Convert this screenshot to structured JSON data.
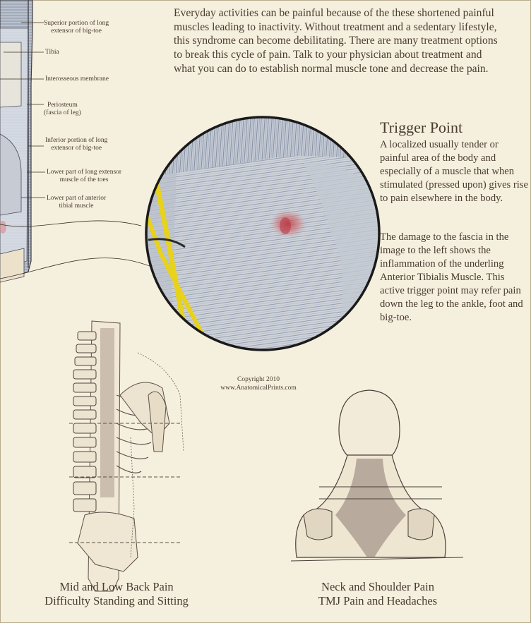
{
  "intro": {
    "text": "Everyday activities can be painful because of the these shortened painful muscles leading to inactivity. Without treatment and a sedentary lifestyle, this syndrome can become debilitating. There are many treatment options to break this cycle of pain. Talk to your physician about treatment and what you can do to establish normal muscle tone and decrease the pain."
  },
  "leg_labels": {
    "superior_extensor": [
      "Superior portion of long",
      "extensor of big-toe"
    ],
    "tibia": "Tibia",
    "interosseous": "Interosseous membrane",
    "periosteum": [
      "Periosteum",
      "(fascia of leg)"
    ],
    "inferior_extensor": [
      "Inferior portion of long",
      "extensor of big-toe"
    ],
    "lower_long_extensor": [
      "Lower part of long extensor",
      "muscle of the toes"
    ],
    "lower_anterior_tibial": [
      "Lower part of anterior",
      "tibial muscle"
    ]
  },
  "trigger_point": {
    "title": "Trigger Point",
    "definition": "A localized usually tender or painful area of the body and especially of a muscle that when stimulated (pressed upon) gives rise to pain elsewhere in the body.",
    "damage": "The damage to the fascia in the image to the left shows the inflammation of the underling Anterior Tibialis Muscle. This active trigger point may refer pain down the leg to the ankle, foot and big-toe."
  },
  "copyright": [
    "Copyright 2010",
    "www.AnatomicalPrints.com"
  ],
  "captions": {
    "back": [
      "Mid and Low Back Pain",
      "Difficulty Standing and Sitting"
    ],
    "neck": [
      "Neck and Shoulder Pain",
      "TMJ Pain and Headaches"
    ]
  },
  "colors": {
    "paper": "#f5efde",
    "ink": "#4a3b30",
    "muscle_blue": "#8895a8",
    "trigger_red": "#c0474f",
    "nerve_yellow": "#e8d21a"
  }
}
